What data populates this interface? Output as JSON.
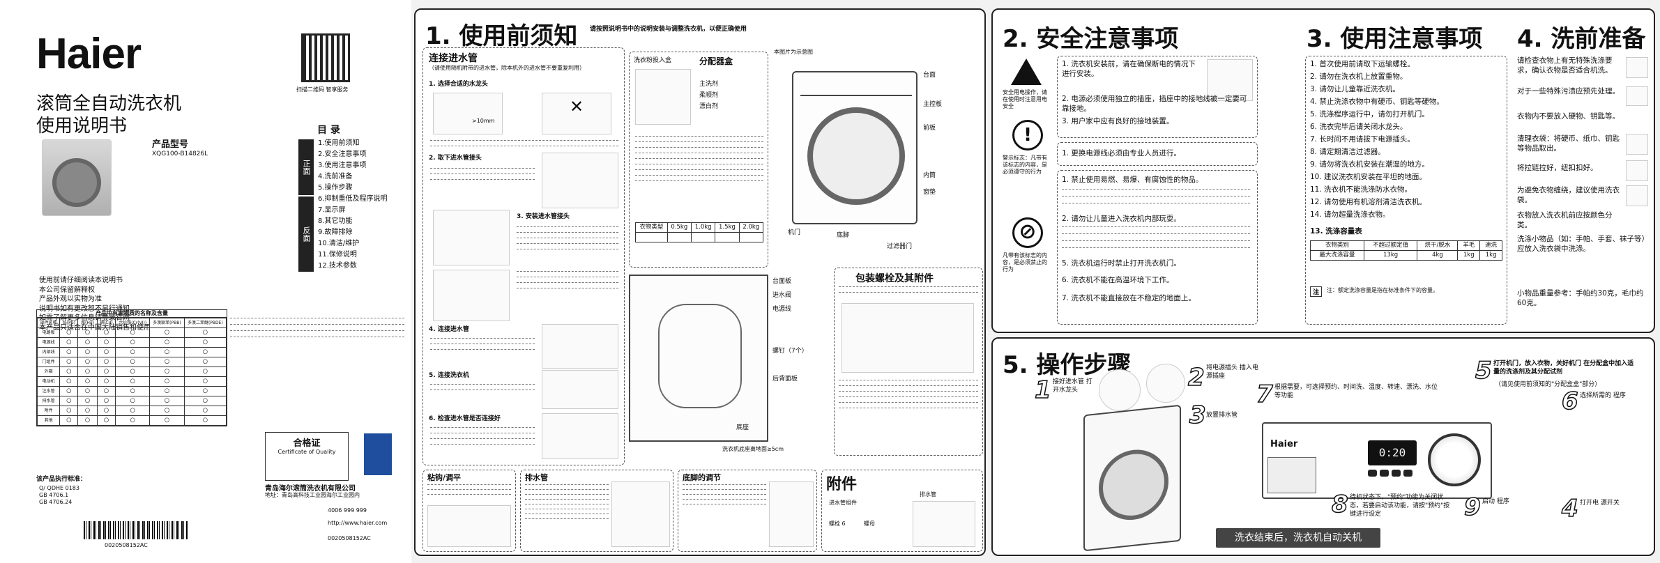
{
  "cover": {
    "brand": "Haier",
    "title1": "滚筒全自动洗衣机",
    "title2": "使用说明书",
    "model_label": "产品型号",
    "model": "XQG100-B14826L",
    "qr_caption": "扫描二维码 智享服务",
    "toc_title": "目 录",
    "toc_front": "正面",
    "toc_back": "反面",
    "toc_items": [
      "1.使用前须知",
      "2.安全注意事项",
      "3.使用注意事项",
      "4.洗前准备",
      "5.操作步骤",
      "6.抑制重低及程序说明",
      "7.显示屏",
      "8.其它功能",
      "9.故障排除",
      "10.清洁/维护",
      "11.保修说明",
      "12.技术参数"
    ],
    "notes": [
      "使用前请仔细阅读本说明书",
      "本公司保留解释权",
      "产品外观以实物为准",
      "说明书如有更改恕不另行通知",
      "如需了解更多信息请登录官网",
      "本产品只适合在中国大陆销售和使用"
    ],
    "hazard_title": "产品中有害物质的名称及含量",
    "hazard_cols": [
      "部件名称",
      "铅(Pb)",
      "汞(Hg)",
      "镉(Cd)",
      "六价铬(Cr(VI))",
      "多溴联苯(PBB)",
      "多溴二苯醚(PBDE)"
    ],
    "hazard_rows": [
      "电路板",
      "电源线",
      "内部线",
      "门组件",
      "外箱",
      "电动机",
      "注水管",
      "排水管",
      "附件",
      "其他"
    ],
    "certificate_title": "合格证",
    "certificate_sub": "Certificate of Quality",
    "company": "青岛海尔滚筒洗衣机有限公司",
    "address": "地址：青岛高科技工业园海尔工业园内",
    "website": "http://www.haier.com",
    "hotline": "4006 999 999",
    "product_code": "0020508152AC",
    "standard_title": "该产品执行标准：",
    "standards": [
      "Q/ QDHE 0183",
      "GB 4706.1",
      "GB 4706.24"
    ],
    "barcode_text": "0020508152AC"
  },
  "sec1": {
    "title": "1. 使用前须知",
    "intro": "请按照说明书中的说明安装与调整洗衣机，以便正确使用",
    "inlet_title": "连接进水管",
    "inlet_note": "（请使用随机附带的进水管，除本机外的进水管不要重复利用）",
    "step1": "1. 选择合适的水龙头",
    "faucet_dim": ">10mm",
    "step2": "2. 取下进水管接头",
    "step3": "3. 安装进水管接头",
    "step4": "4. 连接进水管",
    "step5": "5. 连接洗衣机",
    "step6": "6. 检查进水管是否连接好",
    "dispenser_title": "分配器盒",
    "dispenser_items": [
      "洗衣粉投入盒",
      "主洗剂",
      "柔顺剂",
      "漂白剂"
    ],
    "parts_title": "本图片为示意图",
    "parts": [
      "台面",
      "主控板",
      "前板",
      "内筒",
      "机门",
      "底脚",
      "窗垫",
      "过滤器门"
    ],
    "table_headers": [
      "衣物类型",
      "0.5kg",
      "1.0kg",
      "1.5kg",
      "2.0kg"
    ],
    "bolts_title": "包装螺栓及其附件",
    "rear_labels": [
      "台面板",
      "进水阀",
      "电源线",
      "螺钉（7个）",
      "后背面板",
      "底座",
      "洗衣机底座离地面≥5cm"
    ],
    "leveling_title": "粘钩/调平",
    "drain_title": "排水管",
    "feet_title": "底脚的调节",
    "accessories_title": "附件",
    "accessories": [
      "进水管组件",
      "螺栓 6",
      "螺母",
      "排水管"
    ]
  },
  "sec2": {
    "title": "2. 安全注意事项",
    "warn1": "安全用电操作，请在使用时注意用电安全",
    "warn2": "警示标志：凡带有该标志的内容，是必须遵守的行为",
    "warn3": "凡带有该标志的内容，是必须禁止的行为",
    "items": [
      "1. 洗衣机安装前，请在确保断电的情况下进行安装。",
      "2. 电源必须使用独立的插座，插座中的接地线被一定要可靠接地。",
      "3. 用户家中应有良好的接地装置。",
      "1. 更换电源线必须由专业人员进行。",
      "1. 禁止使用易燃、易爆、有腐蚀性的物品。",
      "2. 请勿让儿童进入洗衣机内部玩耍。",
      "5. 洗衣机运行时禁止打开洗衣机门。",
      "6. 洗衣机不能在高温环境下工作。",
      "7. 洗衣机不能直接放在不稳定的地面上。"
    ]
  },
  "sec3": {
    "title": "3. 使用注意事项",
    "items": [
      "1. 首次使用前请取下运输螺栓。",
      "2. 请勿在洗衣机上放置重物。",
      "3. 请勿让儿童靠近洗衣机。",
      "4. 禁止洗涤衣物中有硬币、钥匙等硬物。",
      "5. 洗涤程序运行中，请勿打开机门。",
      "6. 洗衣完毕后请关闭水龙头。",
      "7. 长时间不用请拔下电源插头。",
      "8. 请定期清洁过滤器。",
      "9. 请勿将洗衣机安装在潮湿的地方。",
      "10. 建议洗衣机安装在平坦的地面。",
      "11. 洗衣机不能洗涤防水衣物。",
      "12. 请勿使用有机溶剂清洁洗衣机。",
      "13. 洗涤容量表",
      "14. 请勿超量洗涤衣物。"
    ],
    "capacity_headers": [
      "衣物类别",
      "不超过额定值",
      "烘干/脱水",
      "羊毛",
      "速洗"
    ],
    "capacity_row": [
      "最大洗涤容量",
      "13kg",
      "4kg",
      "1kg",
      "1kg"
    ],
    "note": "注：额定洗涤容量是指在标准条件下的容量。"
  },
  "sec4": {
    "title": "4. 洗前准备",
    "items": [
      "请检查衣物上有无特殊洗涤要求，确认衣物是否适合机洗。",
      "对于一些特殊污渍应预先处理。",
      "衣物内不要放入硬物、钥匙等。",
      "清理衣袋：将硬币、纸巾、钥匙等物品取出。",
      "将拉链拉好，纽扣扣好。",
      "为避免衣物缠绕，建议使用洗衣袋。",
      "衣物放入洗衣机前应按颜色分类。",
      "洗涤小物品（如：手帕、手套、袜子等）应放入洗衣袋中洗涤。",
      "小物品重量参考：手帕约30克，毛巾约60克。"
    ]
  },
  "sec5": {
    "title": "5. 操作步骤",
    "steps": [
      {
        "n": "1",
        "t": "接好进水管 打开水龙头"
      },
      {
        "n": "2",
        "t": "将电源插头 插入电源插座"
      },
      {
        "n": "3",
        "t": "放置排水管"
      },
      {
        "n": "4",
        "t": "打开电 源开关"
      },
      {
        "n": "5",
        "t": "打开机门，放入衣物，关好机门 在分配盒中加入适量的洗涤剂及其分配试剂"
      },
      {
        "n": "6",
        "t": "选择所需的 程序"
      },
      {
        "n": "7",
        "t": "根据需要，可选择预约、时间洗、温度、转速、漂洗、水位等功能"
      },
      {
        "n": "8",
        "t": "待机状态下，\"预约\"功能为关闭状态，若要启动该功能，请按\"预约\"按键进行设定"
      },
      {
        "n": "9",
        "t": "启动 程序"
      }
    ],
    "dispenser_hint": "（请见使用前须知的\"分配盒盒\"部分）",
    "display_time": "0:20",
    "brand_on_panel": "Haier",
    "finish": "洗衣结束后，洗衣机自动关机"
  }
}
